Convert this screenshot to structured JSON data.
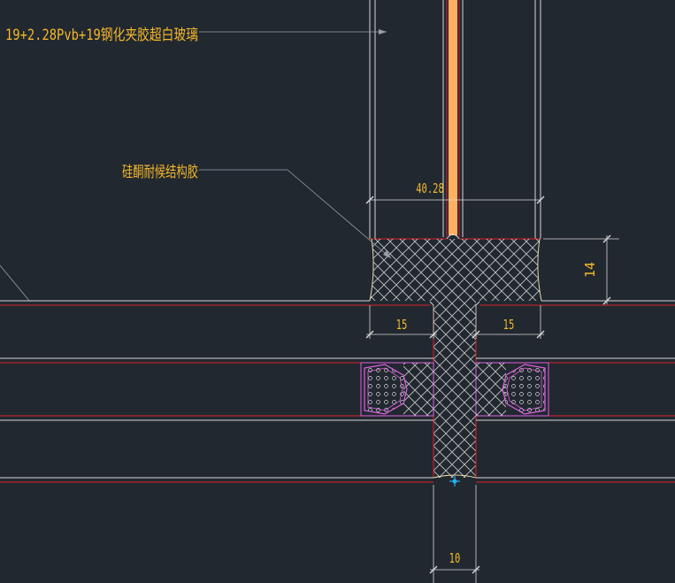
{
  "labels": {
    "glass_callout": "19+2.28Pvb+19钢化夹胶超白玻璃",
    "sealant_callout": "硅酮耐候结构胶"
  },
  "dimensions": {
    "glass_width": "40.28",
    "joint_height": "14",
    "left_gap": "15",
    "right_gap": "15",
    "bottom_width": "10"
  },
  "colors": {
    "background": "#212830",
    "frame_line": "#d8d8d8",
    "edge_line": "#e0202a",
    "interlayer": "#ffb060",
    "hatch": "#c8c8c8",
    "dimension_text": "#f5b82a",
    "gasket": "#e060e0",
    "leader": "#9aa0a6",
    "point_marker": "#28b0f0"
  }
}
